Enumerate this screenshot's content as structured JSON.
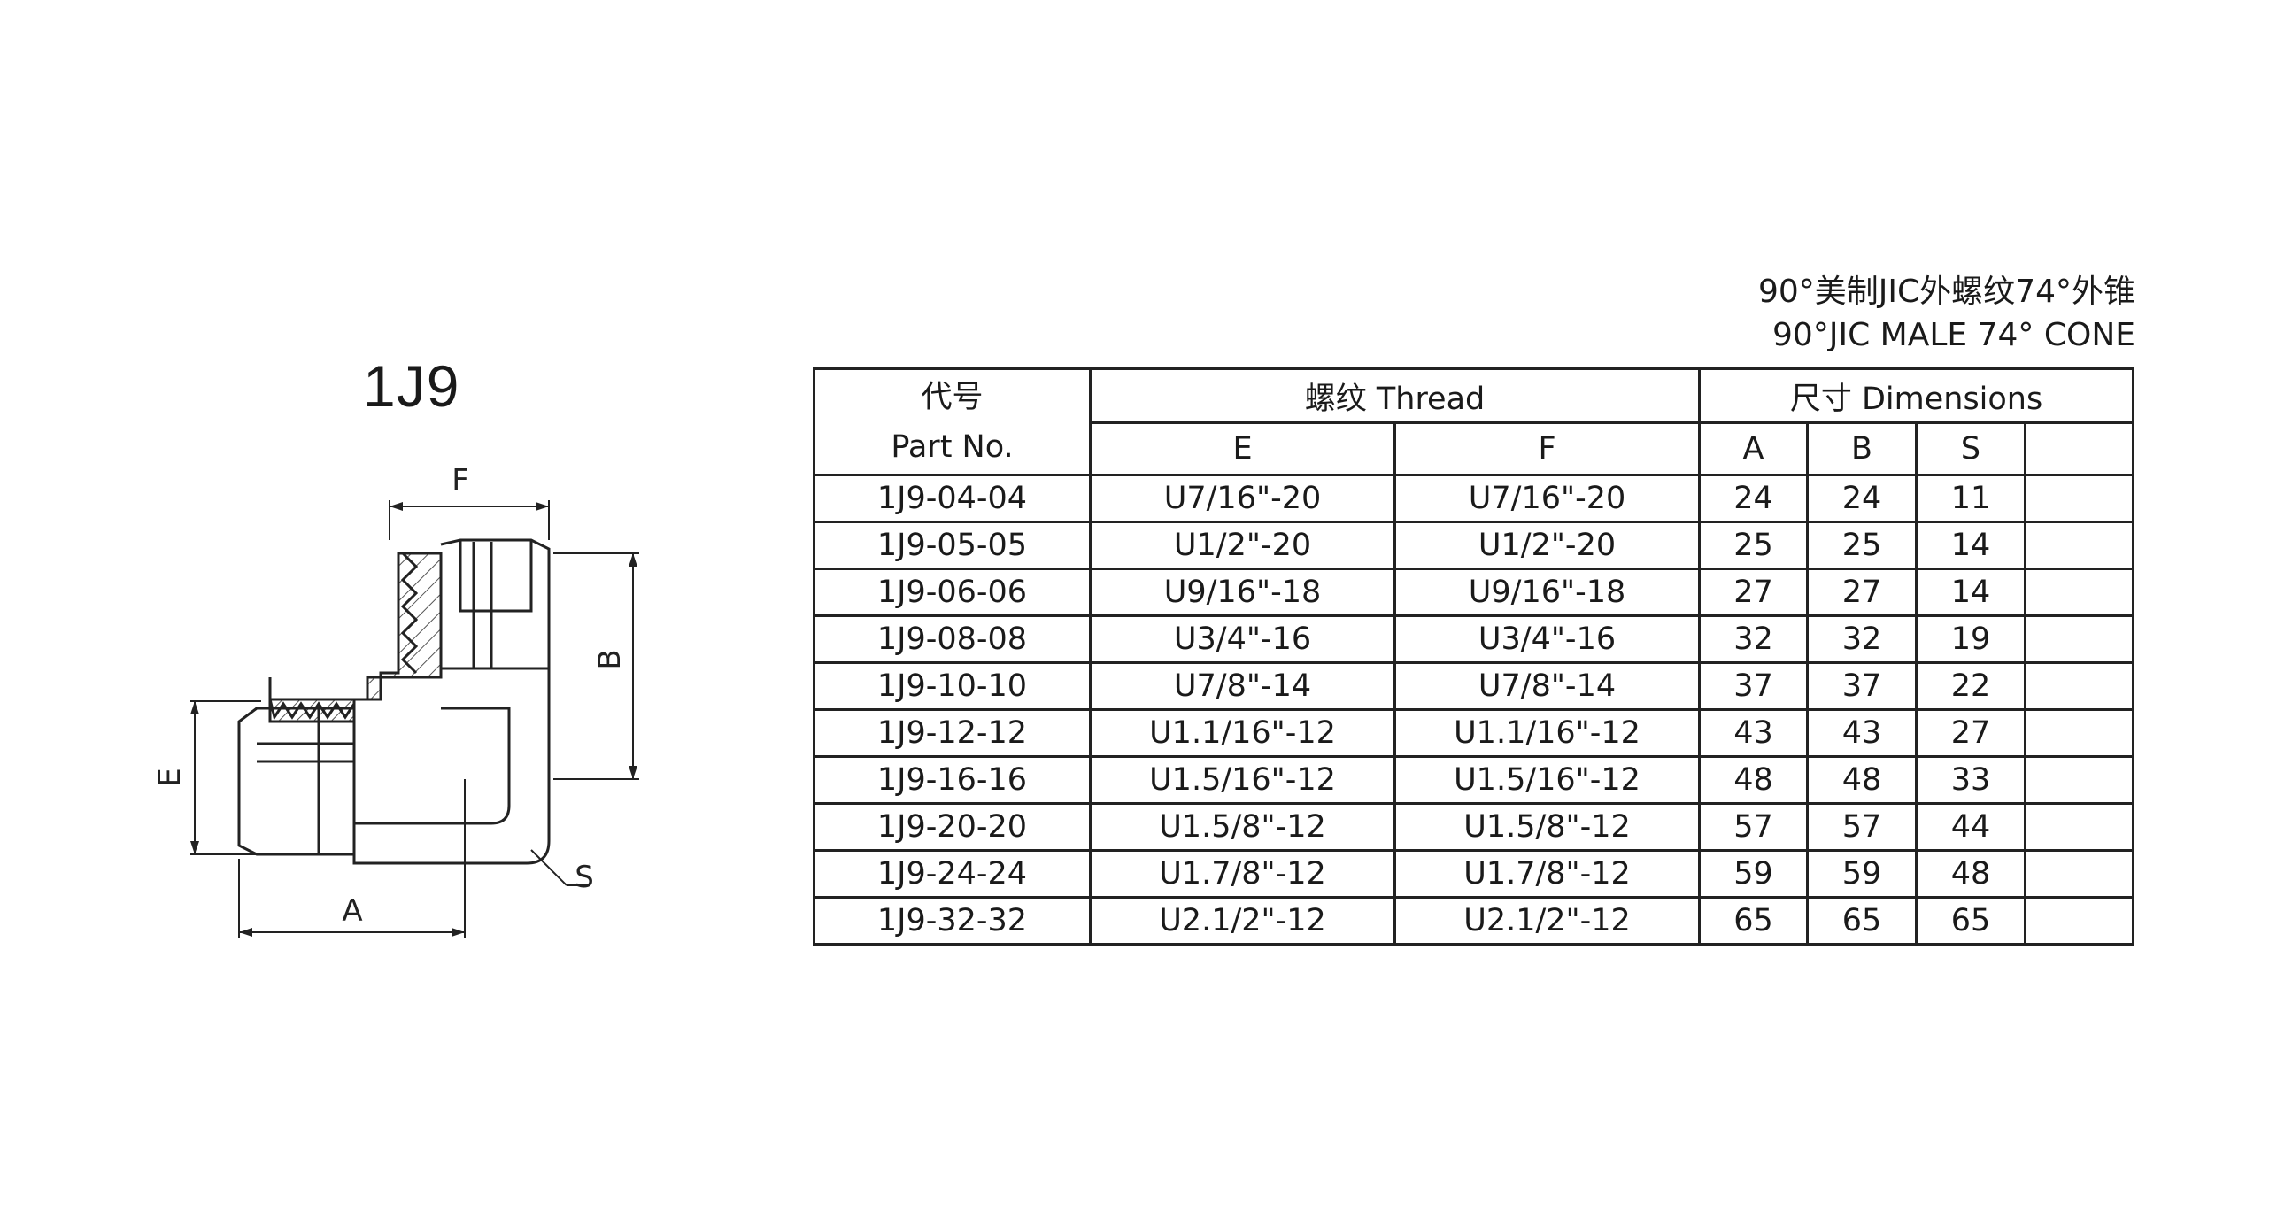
{
  "model": "1J9",
  "title_cn": "90°美制JIC外螺纹74°外锥",
  "title_en": "90°JIC MALE 74° CONE",
  "drawing_labels": {
    "F": "F",
    "B": "B",
    "E": "E",
    "A": "A",
    "S": "S"
  },
  "table": {
    "part_no_cn": "代号",
    "part_no_en": "Part No.",
    "thread_group": "螺纹 Thread",
    "dimensions_group": "尺寸 Dimensions",
    "col_e": "E",
    "col_f": "F",
    "col_a": "A",
    "col_b": "B",
    "col_s": "S",
    "rows": [
      {
        "part": "1J9-04-04",
        "e": "U7/16\"-20",
        "f": "U7/16\"-20",
        "a": "24",
        "b": "24",
        "s": "11"
      },
      {
        "part": "1J9-05-05",
        "e": "U1/2\"-20",
        "f": "U1/2\"-20",
        "a": "25",
        "b": "25",
        "s": "14"
      },
      {
        "part": "1J9-06-06",
        "e": "U9/16\"-18",
        "f": "U9/16\"-18",
        "a": "27",
        "b": "27",
        "s": "14"
      },
      {
        "part": "1J9-08-08",
        "e": "U3/4\"-16",
        "f": "U3/4\"-16",
        "a": "32",
        "b": "32",
        "s": "19"
      },
      {
        "part": "1J9-10-10",
        "e": "U7/8\"-14",
        "f": "U7/8\"-14",
        "a": "37",
        "b": "37",
        "s": "22"
      },
      {
        "part": "1J9-12-12",
        "e": "U1.1/16\"-12",
        "f": "U1.1/16\"-12",
        "a": "43",
        "b": "43",
        "s": "27"
      },
      {
        "part": "1J9-16-16",
        "e": "U1.5/16\"-12",
        "f": "U1.5/16\"-12",
        "a": "48",
        "b": "48",
        "s": "33"
      },
      {
        "part": "1J9-20-20",
        "e": "U1.5/8\"-12",
        "f": "U1.5/8\"-12",
        "a": "57",
        "b": "57",
        "s": "44"
      },
      {
        "part": "1J9-24-24",
        "e": "U1.7/8\"-12",
        "f": "U1.7/8\"-12",
        "a": "59",
        "b": "59",
        "s": "48"
      },
      {
        "part": "1J9-32-32",
        "e": "U2.1/2\"-12",
        "f": "U2.1/2\"-12",
        "a": "65",
        "b": "65",
        "s": "65"
      }
    ]
  }
}
